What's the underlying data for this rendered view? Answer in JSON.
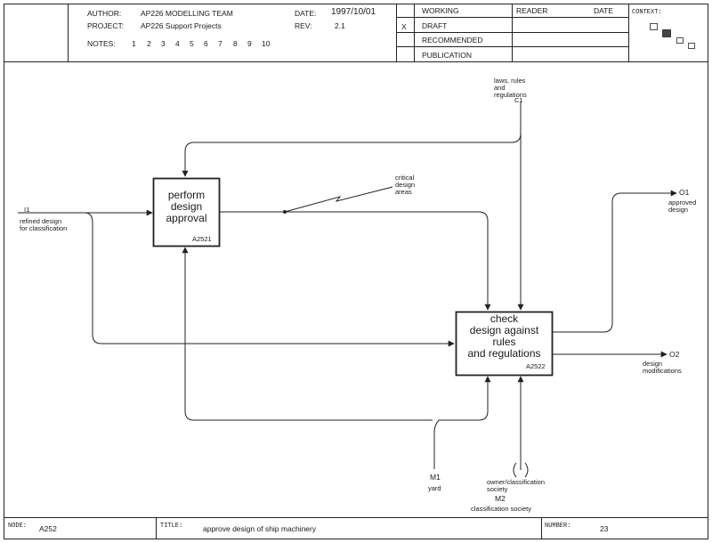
{
  "header": {
    "author_label": "AUTHOR:",
    "author": "AP226  MODELLING TEAM",
    "project_label": "PROJECT:",
    "project": "AP226 Support Projects",
    "notes_label": "NOTES:",
    "notes": [
      "1",
      "2",
      "3",
      "4",
      "5",
      "6",
      "7",
      "8",
      "9",
      "10"
    ],
    "date_label": "DATE:",
    "date": "1997/10/01",
    "rev_label": "REV:",
    "rev": "2.1",
    "status_mark": "X",
    "status": [
      "WORKING",
      "DRAFT",
      "RECOMMENDED",
      "PUBLICATION"
    ],
    "reader_label": "READER",
    "reader_date_label": "DATE",
    "context_label": "CONTEXT:"
  },
  "boxes": [
    {
      "label": "perform\ndesign\napproval",
      "id": "A2521"
    },
    {
      "label": "check\ndesign against\nrules\nand regulations",
      "id": "A2522"
    }
  ],
  "arrows": {
    "i1_code": "I1",
    "i1_label": "refined design\nfor classification",
    "c1_label": "laws, rules\nand\nregulations",
    "c1_code": "C1",
    "critical_label": "critical\ndesign\nareas",
    "o1_code": "O1",
    "o1_label": "approved\ndesign",
    "o2_code": "O2",
    "o2_label": "design\nmodifications",
    "m1_code": "M1",
    "m1_label": "yard",
    "m2_label_top": "owner/classification\nsociety",
    "m2_code": "M2",
    "m2_label_bottom": "classification society"
  },
  "footer": {
    "node_label": "NODE:",
    "node": "A252",
    "title_label": "TITLE:",
    "title": "approve  design of ship machinery",
    "number_label": "NUMBER:",
    "number": "23"
  }
}
